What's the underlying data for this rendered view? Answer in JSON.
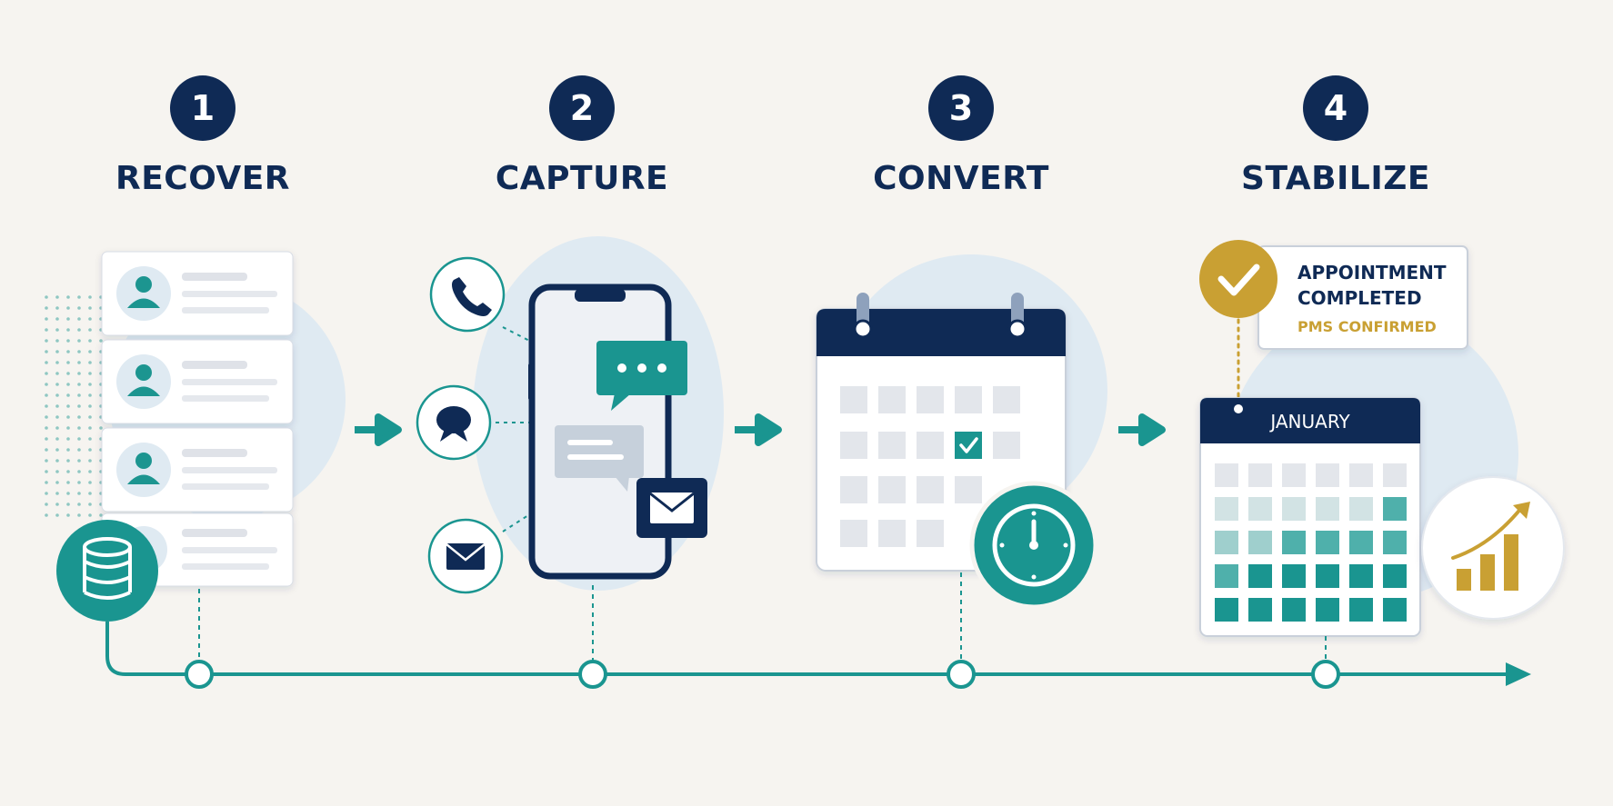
{
  "steps": [
    {
      "number": "1",
      "title": "RECOVER"
    },
    {
      "number": "2",
      "title": "CAPTURE"
    },
    {
      "number": "3",
      "title": "CONVERT"
    },
    {
      "number": "4",
      "title": "STABILIZE"
    }
  ],
  "status_card": {
    "line1": "APPOINTMENT",
    "line2": "COMPLETED",
    "subline": "PMS CONFIRMED"
  },
  "calendar_month": "JANUARY",
  "colors": {
    "navy": "#0f2a55",
    "teal": "#1a9590",
    "gold": "#c9a033",
    "circle_bg": "#dfeaf2",
    "background": "#f6f4f0"
  },
  "icons": {
    "recover": [
      "contact-card-icon",
      "database-icon"
    ],
    "capture": [
      "phone-call-icon",
      "chat-bubble-icon",
      "email-icon",
      "smartphone-icon"
    ],
    "convert": [
      "calendar-icon",
      "clock-icon"
    ],
    "stabilize": [
      "checkmark-icon",
      "growth-chart-icon"
    ]
  }
}
